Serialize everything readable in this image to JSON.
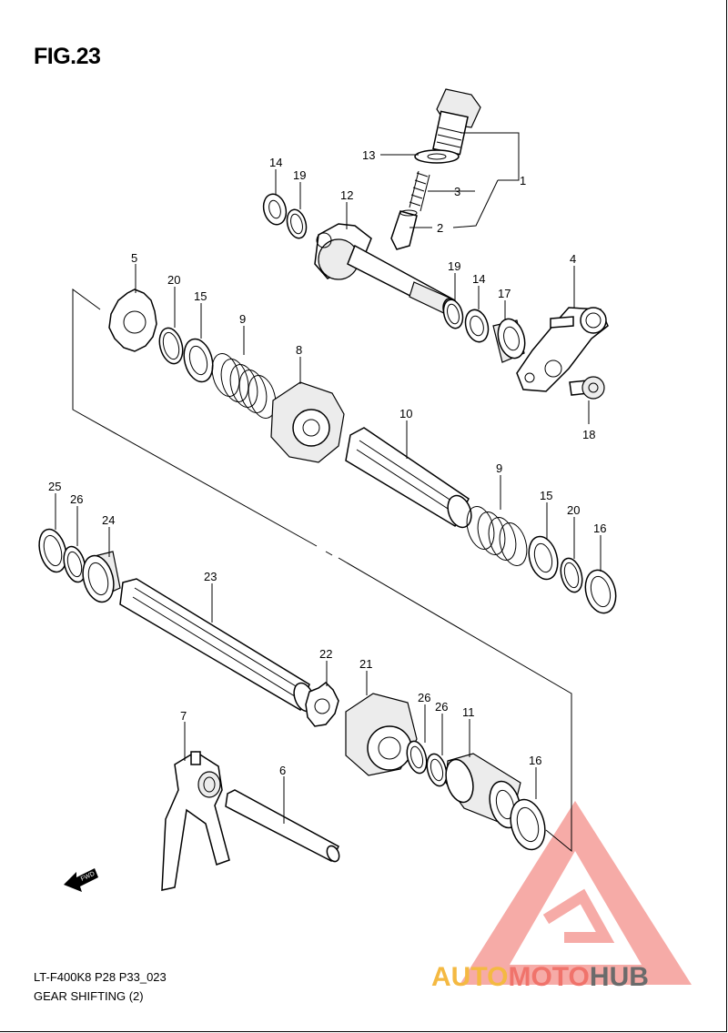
{
  "figure": {
    "title": "FIG.23",
    "model_code": "LT-F400K8 P28 P33_023",
    "section_name": "GEAR SHIFTING (2)"
  },
  "direction_marker": "FWD",
  "watermark": {
    "part_a": "AUTO",
    "part_b": "MOTO",
    "part_c": "HUB",
    "color_a": "#f4b942",
    "color_b": "#f0736b",
    "color_c": "#6b6b6b"
  },
  "callouts": {
    "c1": "1",
    "c2": "2",
    "c3": "3",
    "c4": "4",
    "c5": "5",
    "c6": "6",
    "c7": "7",
    "c8": "8",
    "c9a": "9",
    "c9b": "9",
    "c10": "10",
    "c11": "11",
    "c12": "12",
    "c13": "13",
    "c14a": "14",
    "c14b": "14",
    "c15a": "15",
    "c15b": "15",
    "c16a": "16",
    "c16b": "16",
    "c17": "17",
    "c18": "18",
    "c19a": "19",
    "c19b": "19",
    "c20a": "20",
    "c20b": "20",
    "c21": "21",
    "c22": "22",
    "c23": "23",
    "c24": "24",
    "c25": "25",
    "c26a": "26",
    "c26b": "26",
    "c26c": "26"
  }
}
